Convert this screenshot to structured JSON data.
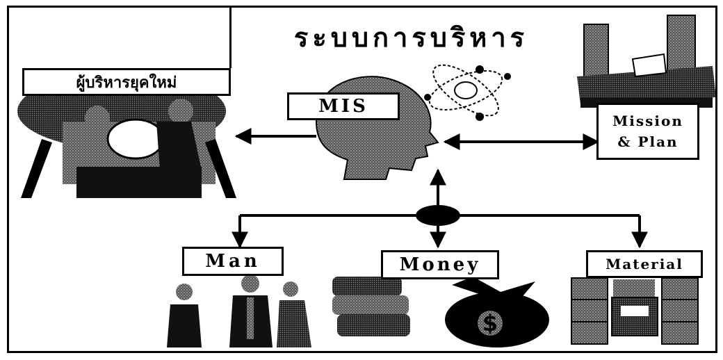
{
  "title": "ระบบการบริหาร",
  "labels": {
    "executive": "ผู้บริหารยุคใหม่",
    "mis": "MIS",
    "mission_line1": "Mission",
    "mission_line2": "& Plan",
    "man": "Man",
    "money": "Money",
    "material": "Material"
  }
}
